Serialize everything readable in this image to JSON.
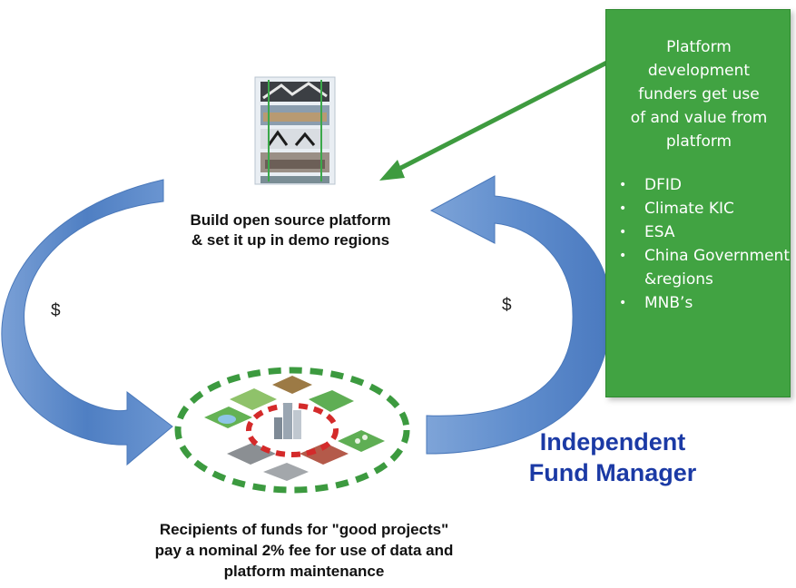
{
  "top_label_lines": [
    "Build open source platform",
    "& set it up in demo regions"
  ],
  "bottom_label_lines": [
    "Recipients of funds for \"good projects\"",
    "pay a nominal 2% fee for use of data and",
    "platform maintenance"
  ],
  "dollar_left": "$",
  "dollar_right": "$",
  "fund_manager_lines": [
    "Independent",
    "Fund Manager"
  ],
  "funders_box": {
    "intro_lines": [
      "Platform",
      "development",
      "funders get use",
      "of and value from",
      "platform"
    ],
    "items": [
      "DFID",
      "Climate KIC",
      "ESA",
      "China Government &regions",
      "MNB’s"
    ]
  },
  "colors": {
    "arrow_blue": "#5b86c6",
    "box_green": "#41a342",
    "pointer_green": "#3e9b3f",
    "ring_green": "#3c9a3f",
    "ring_red": "#d42a2a",
    "fund_text": "#1b3aa5"
  },
  "icons": {
    "platform": "layered-platform-stack-icon",
    "city": "city-tiles-cluster-icon"
  }
}
